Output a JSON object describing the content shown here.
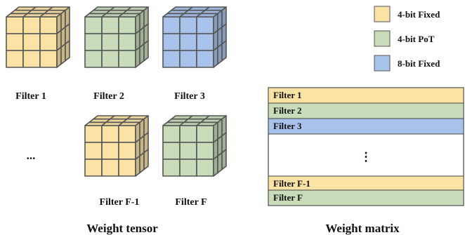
{
  "colors": {
    "fixed4": "#fbe3a6",
    "pot4": "#c8dcb9",
    "fixed8": "#a9c2ec",
    "outline": "#555555"
  },
  "legend": [
    {
      "label": "4-bit Fixed",
      "color_key": "fixed4"
    },
    {
      "label": "4-bit PoT",
      "color_key": "pot4"
    },
    {
      "label": "8-bit Fixed",
      "color_key": "fixed8"
    }
  ],
  "weight_tensor": {
    "caption": "Weight tensor",
    "ellipsis": "...",
    "filters": [
      {
        "label": "Filter 1",
        "color_key": "fixed4"
      },
      {
        "label": "Filter 2",
        "color_key": "pot4"
      },
      {
        "label": "Filter 3",
        "color_key": "fixed8"
      },
      {
        "label": "Filter F-1",
        "color_key": "fixed4"
      },
      {
        "label": "Filter F",
        "color_key": "pot4"
      }
    ]
  },
  "weight_matrix": {
    "caption": "Weight matrix",
    "ellipsis": "⋮",
    "rows": [
      {
        "label": "Filter 1",
        "color_key": "fixed4"
      },
      {
        "label": "Filter 2",
        "color_key": "pot4"
      },
      {
        "label": "Filter 3",
        "color_key": "fixed8"
      },
      {
        "label": "Filter F-1",
        "color_key": "fixed4"
      },
      {
        "label": "Filter F",
        "color_key": "pot4"
      }
    ]
  }
}
